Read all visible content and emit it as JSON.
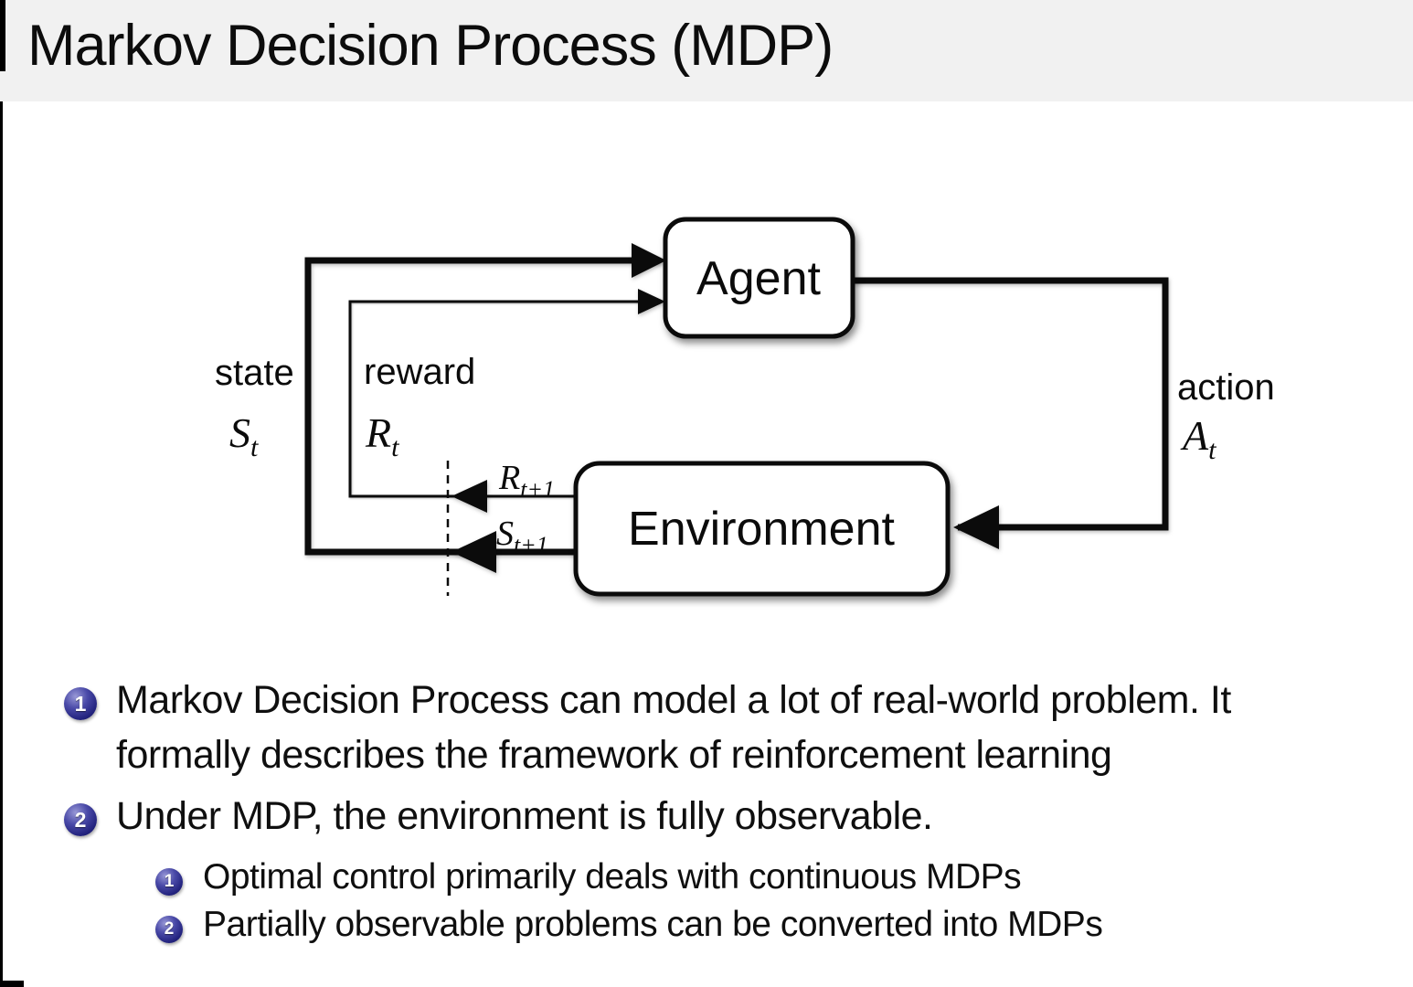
{
  "slide": {
    "title": "Markov Decision Process (MDP)"
  },
  "diagram": {
    "agent_label": "Agent",
    "environment_label": "Environment",
    "state": {
      "label": "state",
      "symbol": "S",
      "sub": "t"
    },
    "reward": {
      "label": "reward",
      "symbol": "R",
      "sub": "t"
    },
    "action": {
      "label": "action",
      "symbol": "A",
      "sub": "t"
    },
    "next_reward": {
      "symbol": "R",
      "sub": "t+1"
    },
    "next_state": {
      "symbol": "S",
      "sub": "t+1"
    }
  },
  "bullets": {
    "item1": {
      "marker": "1",
      "lines": [
        "Markov Decision Process can model a lot of real-world problem. It",
        "formally describes the framework of reinforcement learning"
      ]
    },
    "item2": {
      "marker": "2",
      "text": "Under MDP, the environment is fully observable.",
      "sub1": {
        "marker": "1",
        "text": "Optimal control primarily deals with continuous MDPs"
      },
      "sub2": {
        "marker": "2",
        "text": "Partially observable problems can be converted into MDPs"
      }
    }
  },
  "colors": {
    "title_band": "#f1f1f1",
    "text": "#0f0f0f",
    "bullet_ball": "#23237e",
    "diagram_ink": "#0b0b0b"
  }
}
